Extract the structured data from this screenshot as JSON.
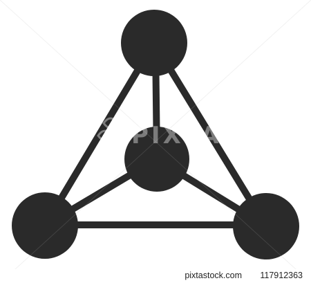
{
  "colors": {
    "ink": "#2a2a2a",
    "background": "#ffffff",
    "watermark": "rgba(255,255,255,0.38)"
  },
  "figure": {
    "icon": "molecule-icon"
  },
  "watermark": {
    "logo_text": "PIXTA"
  },
  "footer": {
    "brand": "pixtastock.com",
    "image_id": "117912363"
  }
}
